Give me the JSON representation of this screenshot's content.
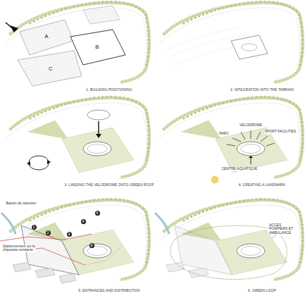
{
  "diagram": {
    "labels": [
      "A",
      "B",
      "C",
      "1. BUILDING POSITIONING",
      "2. INTEGRATION INTO THE TARRAIN",
      "3. LANDING THE VELODROME ONTO GREEN ROOF",
      "VELODROME",
      "PARC",
      "SPORT FACILITIES",
      "CENTRE AQUATIQUE",
      "4. CREATING A LANDMARK",
      "Bassin de rétention",
      "Stationnement sur la chaussée existante",
      "1",
      "2",
      "3",
      "4",
      "5",
      "6",
      "5. ENTRANCES AND DISTRIBUTION",
      "ACCES POMPIERS ET AMBULANCE",
      "6. GREEN LOOP"
    ]
  }
}
